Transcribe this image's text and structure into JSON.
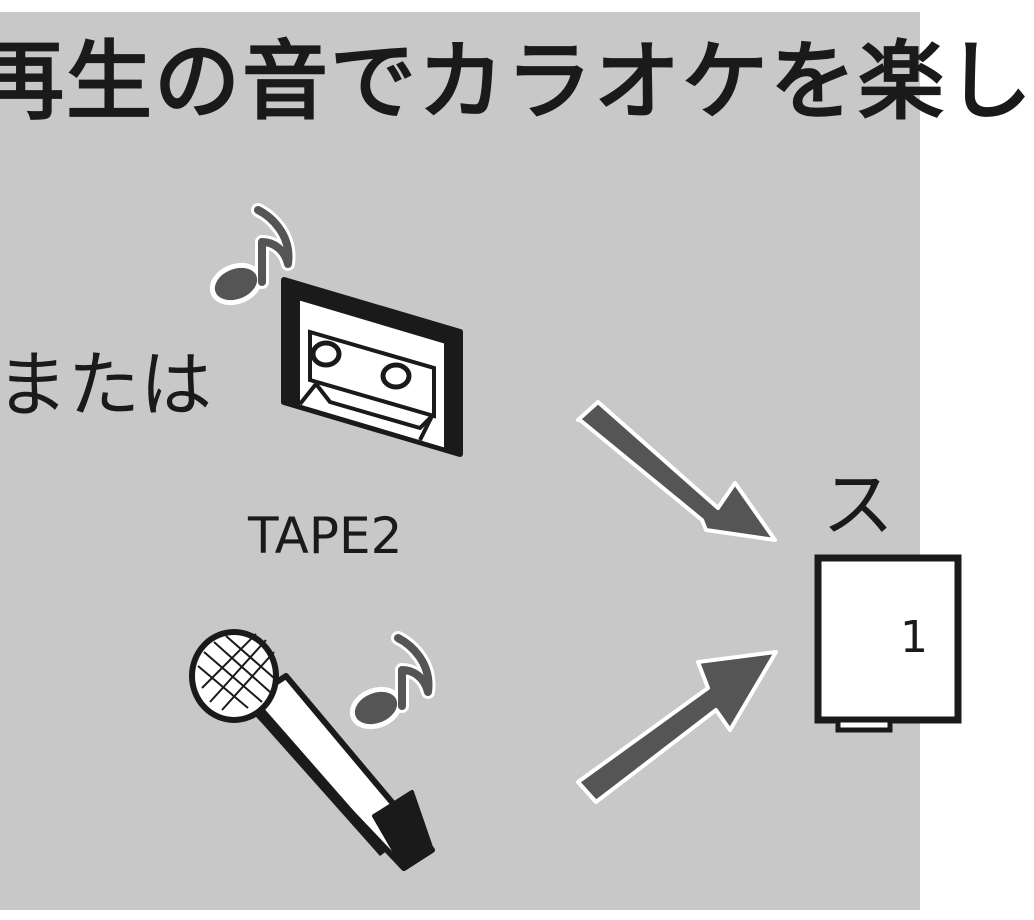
{
  "colors": {
    "background": "#c8c8c8",
    "outer": "#ffffff",
    "text": "#1a1a1a",
    "arrow": "#555555",
    "icon_stroke": "#1a1a1a",
    "icon_fill": "#ffffff"
  },
  "headline": "再生の音でカラオケを楽し",
  "source_label": "または",
  "tape_label": "TAPE2",
  "speaker_label": "ス",
  "speaker_char": "1",
  "icons": [
    "music-note-icon",
    "cassette-tape-icon",
    "microphone-icon",
    "music-note-icon",
    "arrow-icon",
    "arrow-icon",
    "speaker-box-icon"
  ]
}
